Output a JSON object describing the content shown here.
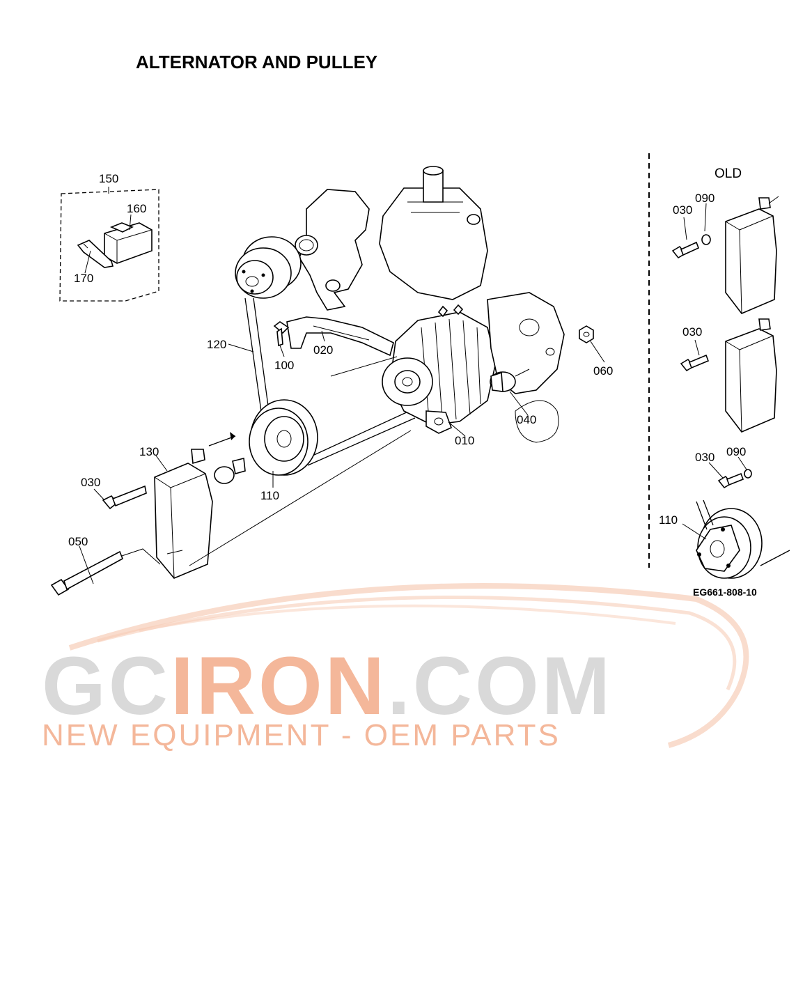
{
  "title": "ALTERNATOR AND PULLEY",
  "old_label": "OLD",
  "drawing_code": "EG661-808-10",
  "callouts": {
    "c150": "150",
    "c160": "160",
    "c170": "170",
    "c120": "120",
    "c100": "100",
    "c020": "020",
    "c060": "060",
    "c040": "040",
    "c010": "010",
    "c130": "130",
    "c030": "030",
    "c110": "110",
    "c050": "050"
  },
  "old_callouts": {
    "o030a": "030",
    "o090a": "090",
    "o030b": "030",
    "o030c": "030",
    "o090c": "090",
    "o110": "110"
  },
  "watermark": {
    "brand_gray1": "GC",
    "brand_orange": "IRON",
    "brand_gray2": ".COM",
    "tagline": "NEW EQUIPMENT - OEM PARTS",
    "color_orange": "#f4b79a",
    "color_gray": "#d9d9d9"
  }
}
